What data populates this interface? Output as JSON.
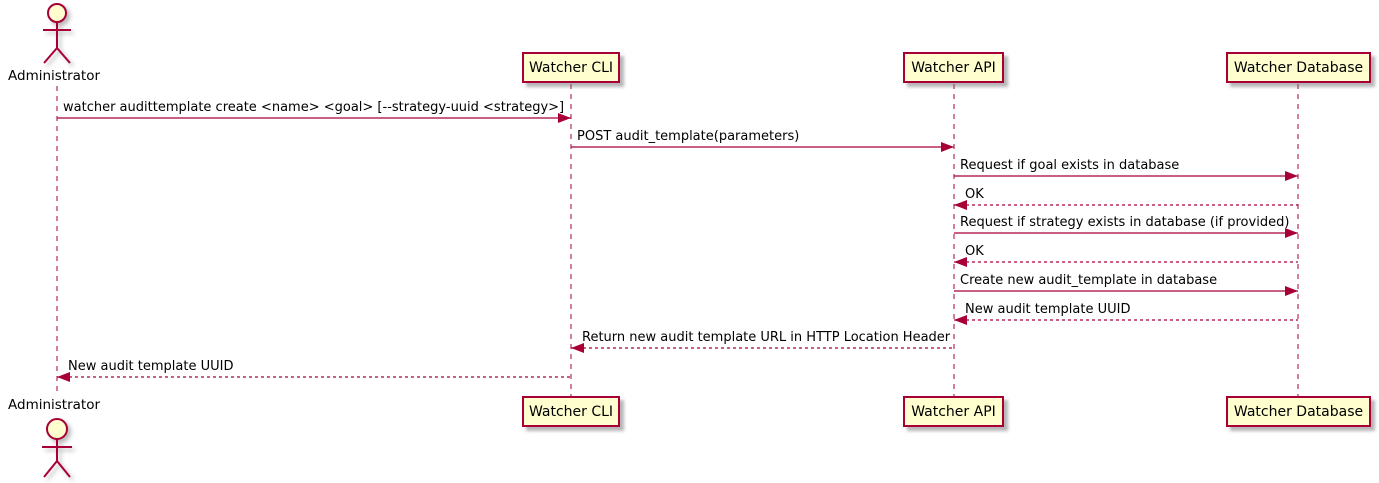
{
  "diagram": {
    "kind": "uml-sequence-diagram"
  },
  "participants": [
    {
      "id": "administrator",
      "label": "Administrator",
      "kind": "actor"
    },
    {
      "id": "watcher-cli",
      "label": "Watcher CLI",
      "kind": "participant"
    },
    {
      "id": "watcher-api",
      "label": "Watcher API",
      "kind": "participant"
    },
    {
      "id": "watcher-database",
      "label": "Watcher Database",
      "kind": "participant"
    }
  ],
  "messages": [
    {
      "from": "administrator",
      "to": "watcher-cli",
      "line": "solid",
      "text": "watcher audittemplate create <name> <goal> [--strategy-uuid <strategy>]"
    },
    {
      "from": "watcher-cli",
      "to": "watcher-api",
      "line": "solid",
      "text": "POST audit_template(parameters)"
    },
    {
      "from": "watcher-api",
      "to": "watcher-database",
      "line": "solid",
      "text": "Request if goal exists in database"
    },
    {
      "from": "watcher-database",
      "to": "watcher-api",
      "line": "dashed",
      "text": "OK"
    },
    {
      "from": "watcher-api",
      "to": "watcher-database",
      "line": "solid",
      "text": "Request if strategy exists in database (if provided)"
    },
    {
      "from": "watcher-database",
      "to": "watcher-api",
      "line": "dashed",
      "text": "OK"
    },
    {
      "from": "watcher-api",
      "to": "watcher-database",
      "line": "solid",
      "text": "Create new audit_template in database"
    },
    {
      "from": "watcher-database",
      "to": "watcher-api",
      "line": "dashed",
      "text": "New audit template UUID"
    },
    {
      "from": "watcher-api",
      "to": "watcher-cli",
      "line": "dashed",
      "text": "Return new audit template URL in HTTP Location Header"
    },
    {
      "from": "watcher-cli",
      "to": "administrator",
      "line": "dashed",
      "text": "New audit template UUID"
    }
  ],
  "colors": {
    "participant_fill": "#FEFECE",
    "border": "#A80036",
    "arrow": "#A80036",
    "lifeline": "#A80036",
    "text": "#000000",
    "background": "#FFFFFF"
  }
}
